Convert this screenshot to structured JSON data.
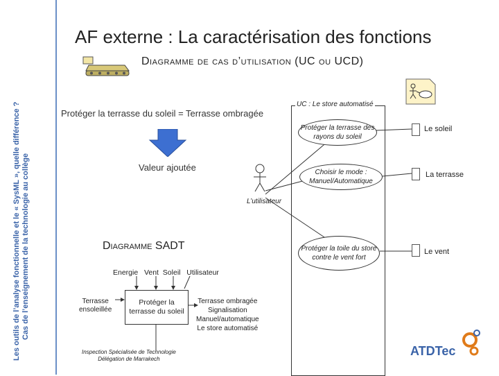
{
  "sidebar": {
    "line1": "Les outils de l’analyse fonctionnelle et le « SysML », quelle différence ?",
    "line2": "Cas de l’enseignement de la technologie au collège"
  },
  "title": "AF externe : La caractérisation des fonctions",
  "subtitle": "Diagramme de cas d’utilisation (UC ou UCD)",
  "context": "Protéger la terrasse du soleil = Terrasse ombragée",
  "valeur": "Valeur ajoutée",
  "use_case": {
    "system_label": "UC : Le store automatisé",
    "actor": "L’utilisateur",
    "cases": [
      "Protéger la terrasse des rayons du soleil",
      "Choisir le mode : Manuel/Automatique",
      "Protéger la toile du store contre le vent fort"
    ],
    "externals": [
      "Le soleil",
      "La terrasse",
      "Le vent"
    ]
  },
  "sadt": {
    "title": "Diagramme SADT",
    "inputs": "Energie   Vent  Soleil   Utilisateur",
    "box": "Protéger la terrasse du soleil",
    "left_label_1": "Terrasse",
    "left_label_2": "ensoleillée",
    "right_1": "Terrasse ombragée",
    "right_2": "Signalisation",
    "right_3": "Manuel/automatique",
    "right_4": "Le store automatisé"
  },
  "footer": {
    "line1": "Inspection Spécialisée de Technologie",
    "line2": "Délégation de Marrakech"
  },
  "logo_text": "ATDTec",
  "colors": {
    "accent_blue": "#3a63a8",
    "arrow_blue": "#3d6fd1",
    "logo_orange": "#e07b1a"
  }
}
